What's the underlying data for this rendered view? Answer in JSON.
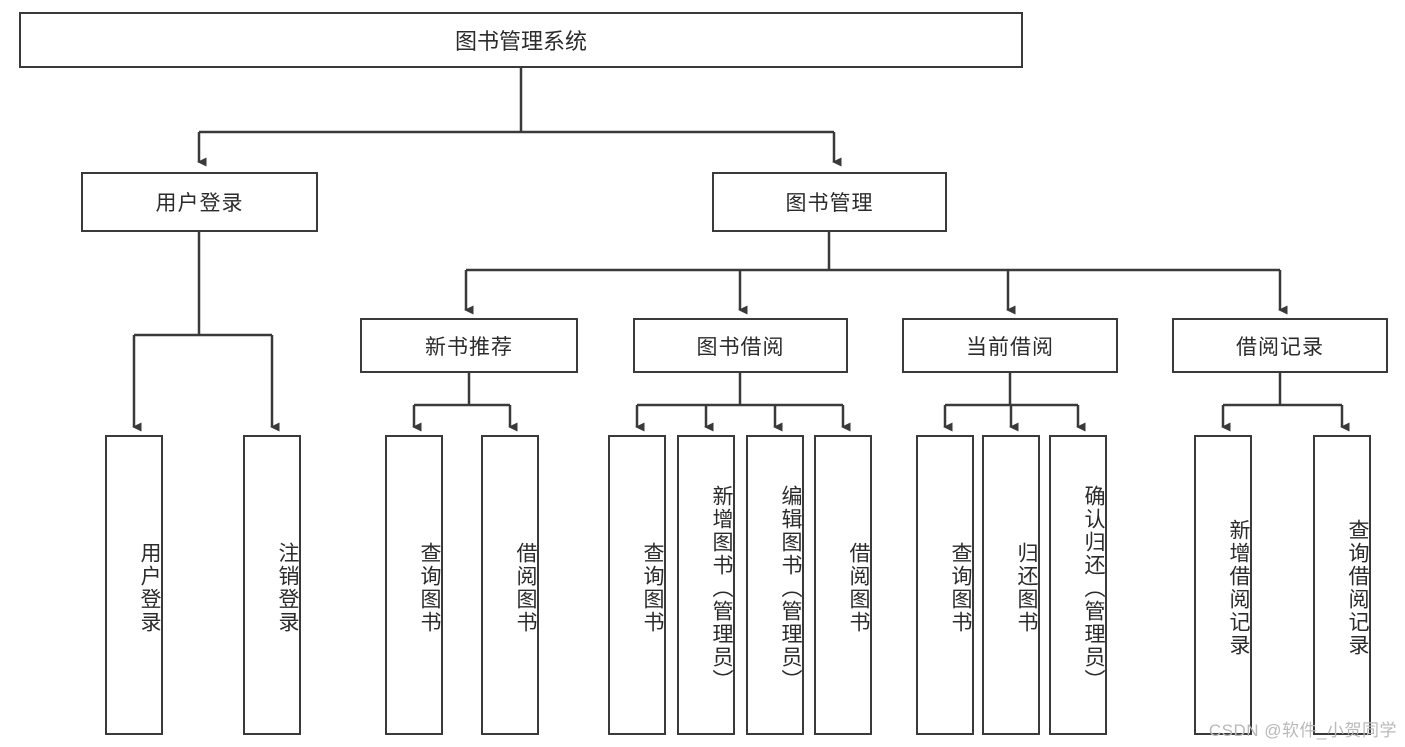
{
  "diagram": {
    "title": "图书管理系统",
    "type": "hierarchy-tree",
    "root": {
      "label": "图书管理系统"
    },
    "level2": [
      {
        "label": "用户登录"
      },
      {
        "label": "图书管理"
      }
    ],
    "level3": [
      {
        "label": "新书推荐"
      },
      {
        "label": "图书借阅"
      },
      {
        "label": "当前借阅"
      },
      {
        "label": "借阅记录"
      }
    ],
    "leaves_user_login": [
      {
        "label": "用户登录"
      },
      {
        "label": "注销登录"
      }
    ],
    "leaves_new_book": [
      {
        "label": "查询图书"
      },
      {
        "label": "借阅图书"
      }
    ],
    "leaves_borrow": [
      {
        "label": "查询图书"
      },
      {
        "label": "新增图书（管理员）"
      },
      {
        "label": "编辑图书（管理员）"
      },
      {
        "label": "借阅图书"
      }
    ],
    "leaves_current": [
      {
        "label": "查询图书"
      },
      {
        "label": "归还图书"
      },
      {
        "label": "确认归还（管理员）"
      }
    ],
    "leaves_records": [
      {
        "label": "新增借阅记录"
      },
      {
        "label": "查询借阅记录"
      }
    ]
  },
  "watermark": {
    "text": "CSDN @软件_小贺同学"
  },
  "colors": {
    "stroke": "#3a3a3a",
    "text": "#2b2b2b",
    "background": "#ffffff",
    "watermark": "#b9b9b9"
  }
}
